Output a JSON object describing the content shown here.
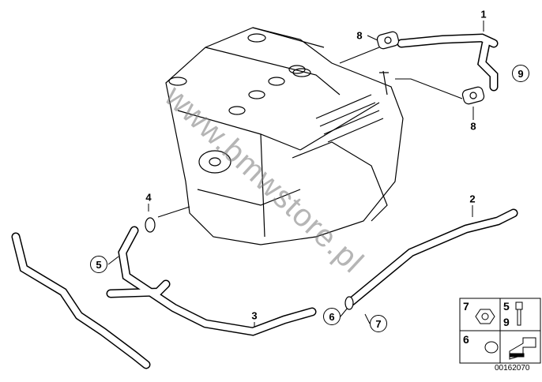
{
  "diagram": {
    "callouts": [
      "1",
      "2",
      "3",
      "4",
      "5",
      "6",
      "7",
      "8",
      "8",
      "9"
    ],
    "legend": {
      "nut": "7",
      "bolt_top": "5",
      "bolt_bottom": "9",
      "clamp": "6"
    },
    "code": "00162070",
    "watermark": "www.bmwstore.pl"
  }
}
